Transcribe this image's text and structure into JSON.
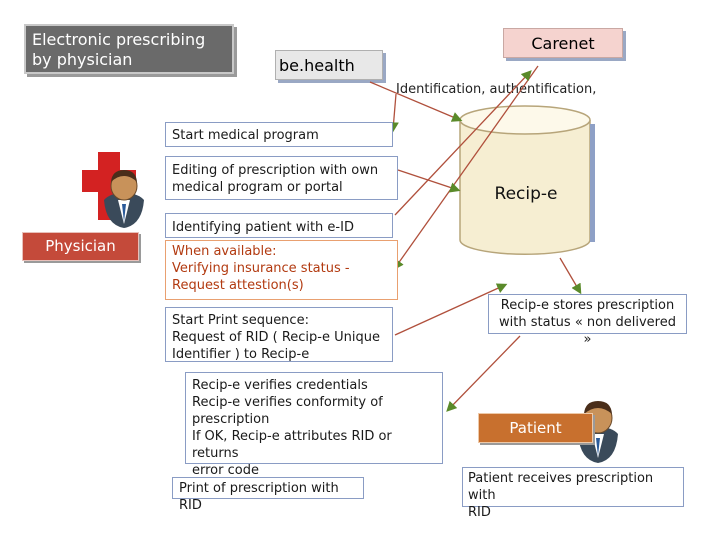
{
  "header": {
    "title": "Electronic prescribing by physician",
    "behealth": "be.health",
    "carenet": "Carenet",
    "identification": "Identification, authentification,"
  },
  "database": {
    "label": "Recip-e"
  },
  "actors": {
    "physician": "Physician",
    "patient": "Patient"
  },
  "steps": {
    "start_program": "Start medical program",
    "editing": [
      "Editing of prescription with own",
      "medical program or portal"
    ],
    "identifying": "Identifying patient with e-ID",
    "verifying": [
      "When available:",
      "Verifying insurance status -",
      "Request attestion(s)"
    ],
    "print_sequence": [
      "Start Print sequence:",
      "Request of RID ( Recip-e Unique",
      "Identifier ) to Recip-e"
    ],
    "verifies": [
      "Recip-e verifies credentials",
      "Recip-e verifies conformity of",
      "prescription",
      "If OK, Recip-e attributes RID or returns",
      "error code"
    ],
    "print_rid": "Print of prescription with RID"
  },
  "notes": {
    "stores": [
      "Recip-e stores prescription",
      "with status « non delivered »"
    ],
    "receives": [
      "Patient receives prescription with",
      "RID"
    ]
  },
  "colors": {
    "arrow": "#b0503c",
    "arrow_head": "#5a8a2a",
    "physician_red": "#c44a3a",
    "patient_orange": "#c8702e",
    "cylinder_fill": "#f6eed2"
  }
}
